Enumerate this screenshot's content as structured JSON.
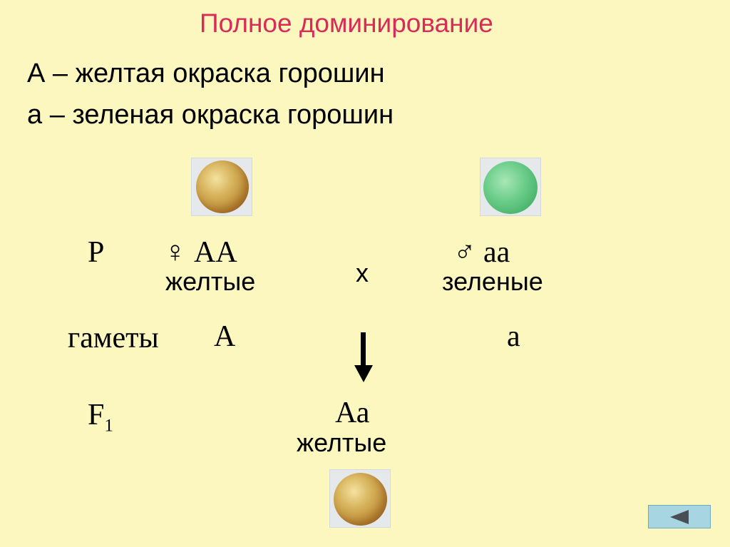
{
  "slide": {
    "title": "Полное доминирование",
    "definitions": [
      "А – желтая окраска горошин",
      "а – зеленая окраска горошин"
    ],
    "parents_label": "Р",
    "female": {
      "symbol": "♀",
      "genotype": "АА",
      "phenotype": "желтые",
      "pea_color": "#c9a24a"
    },
    "cross_symbol": "х",
    "male": {
      "symbol": "♂",
      "genotype": "аа",
      "phenotype": "зеленые",
      "pea_color": "#5cc27d"
    },
    "gametes_label": "гаметы",
    "gamete_female": "А",
    "gamete_male": "а",
    "f1_label": "F",
    "f1_sub": "1",
    "offspring": {
      "genotype": "Аа",
      "phenotype": "желтые",
      "pea_color": "#c9a24a"
    }
  },
  "nav": {
    "back_icon": "left-triangle-icon"
  }
}
